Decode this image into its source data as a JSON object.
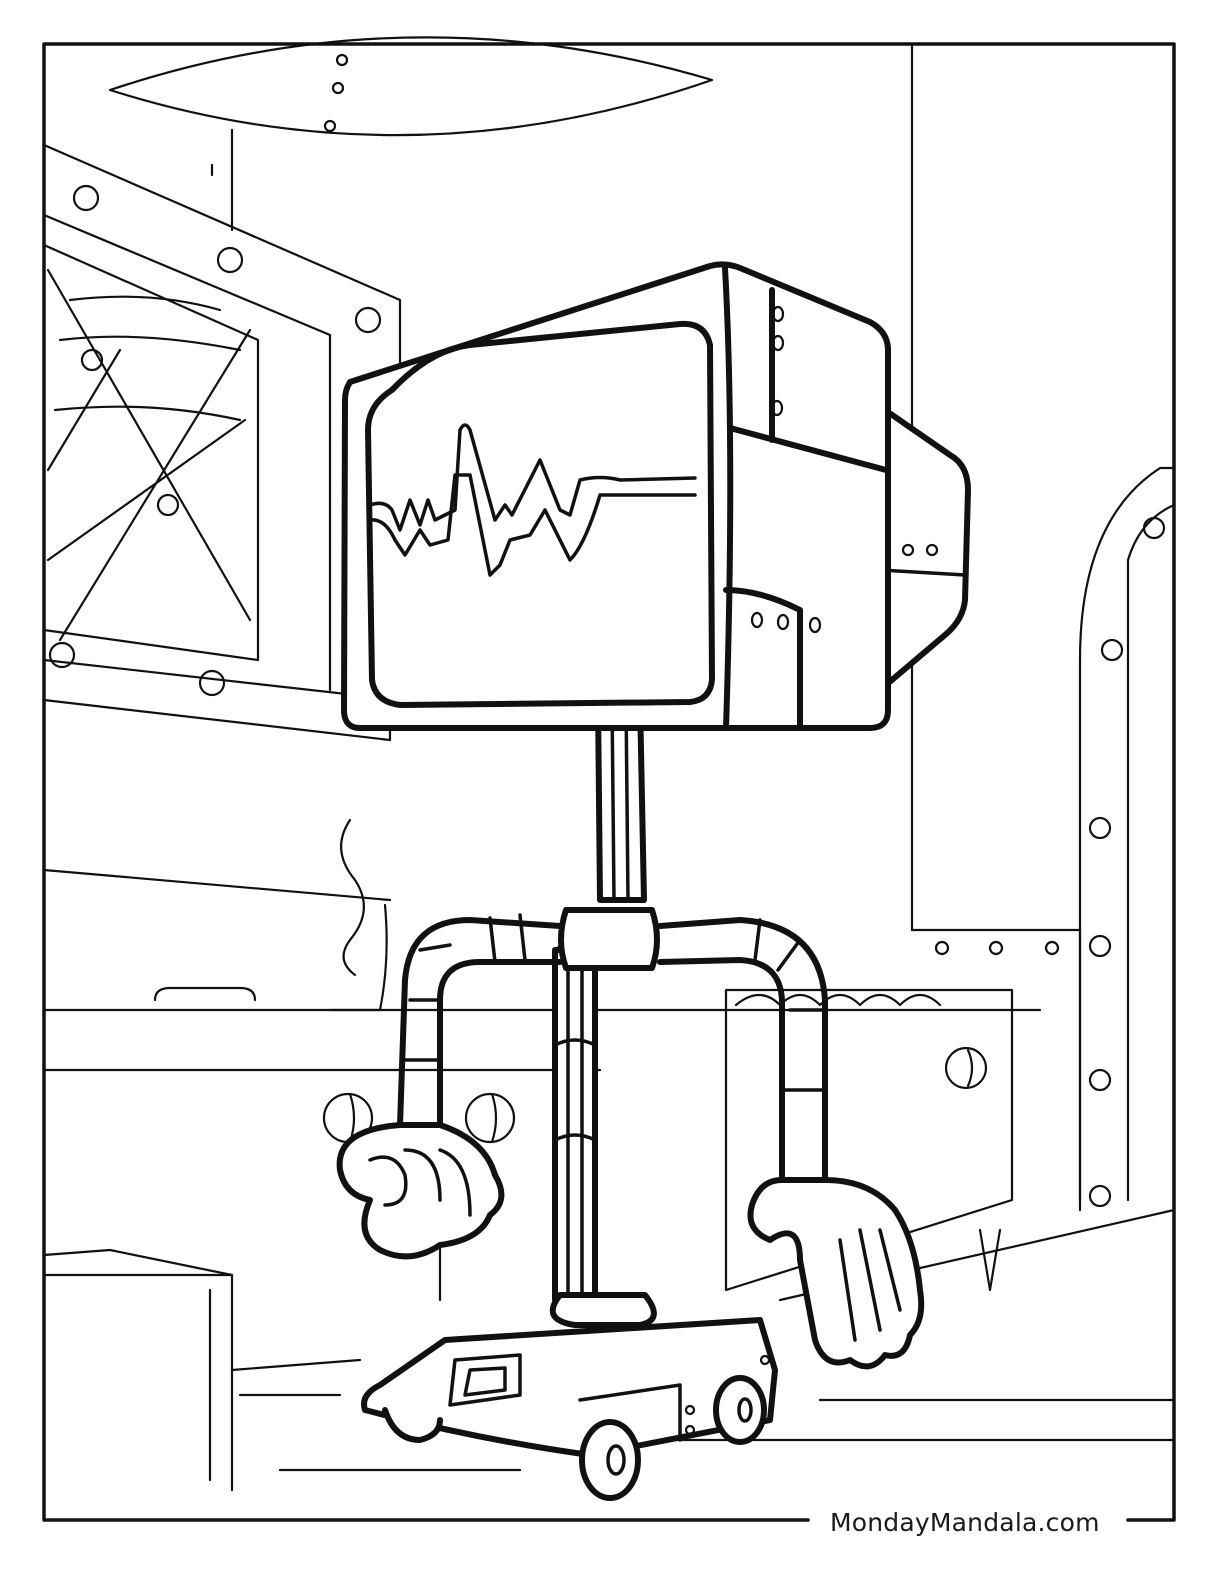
{
  "page": {
    "type": "coloring-page",
    "subject": "TV-head robot on wheeled base in a kitchen",
    "line_color": "#111111",
    "background_color": "#ffffff"
  },
  "watermark": {
    "text": "MondayMandala.com"
  },
  "screen": {
    "content": "waveform"
  }
}
